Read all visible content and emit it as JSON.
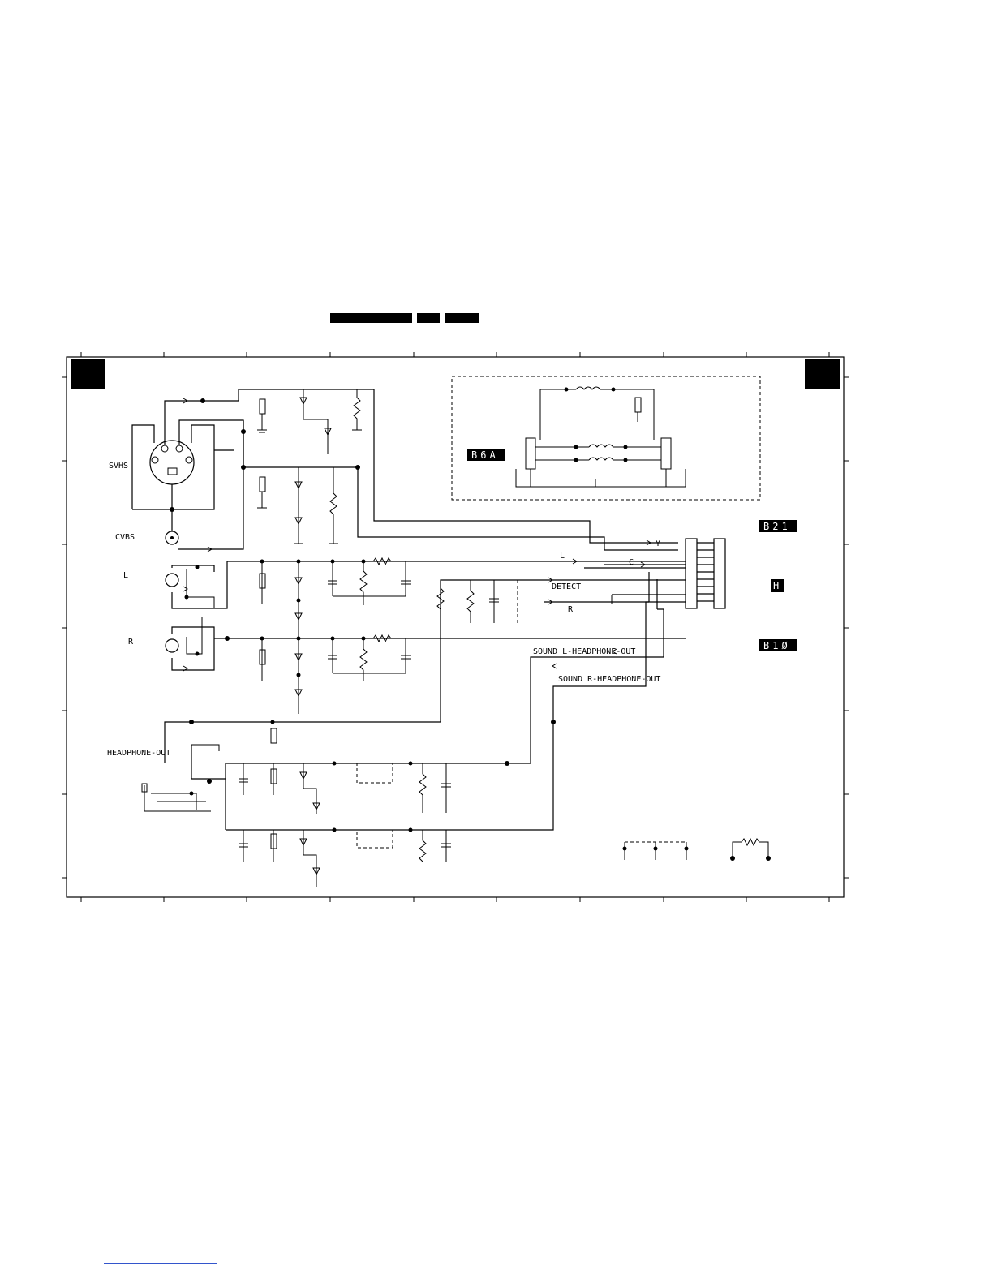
{
  "labels": {
    "svhs": "SVHS",
    "cvbs": "CVBS",
    "l_in": "L",
    "r_in": "R",
    "headphone_out": "HEADPHONE-OUT",
    "sig_y": "Y",
    "sig_c": "C",
    "sig_l": "L",
    "sig_detect": "DETECT",
    "sig_r": "R",
    "sound_l": "SOUND L-HEADPHONE-OUT",
    "sound_r": "SOUND R-HEADPHONE-OUT"
  },
  "badges": {
    "b6a": "B6A",
    "b21": "B21",
    "h": "H",
    "b10": "B1Ø"
  }
}
